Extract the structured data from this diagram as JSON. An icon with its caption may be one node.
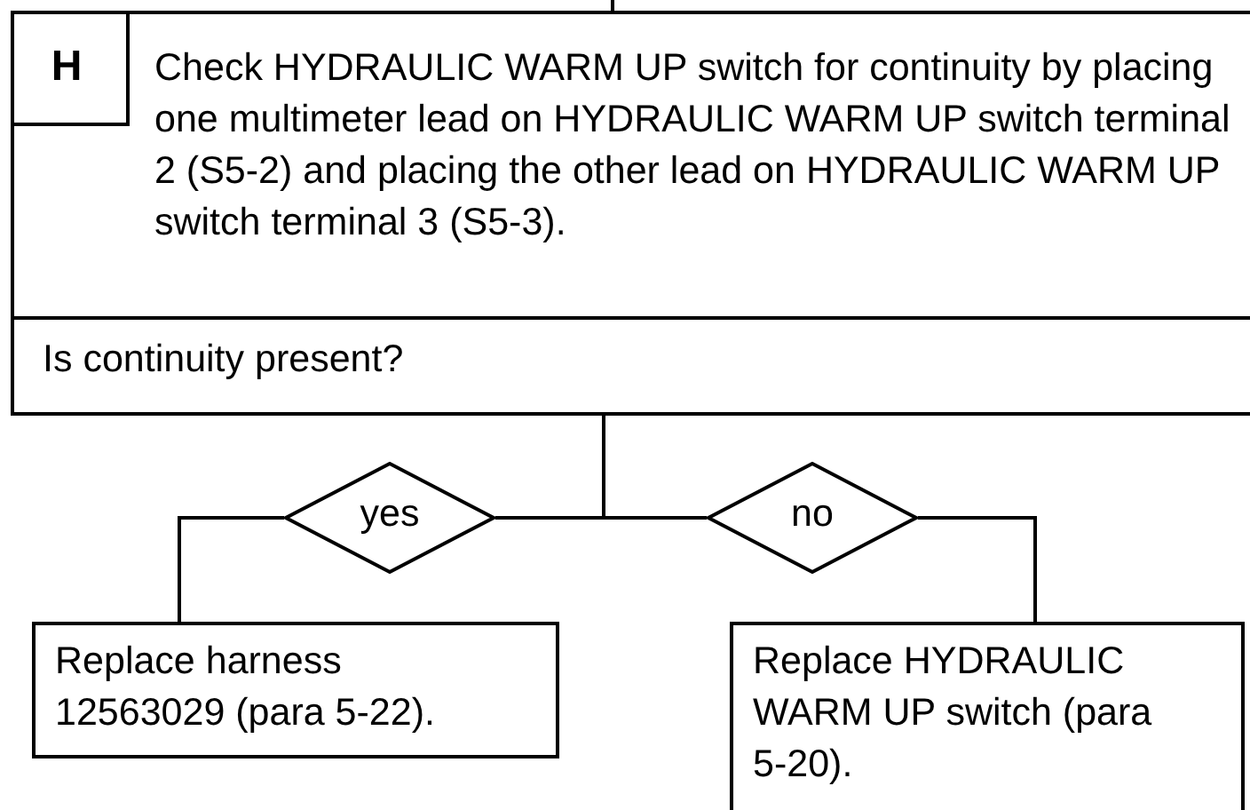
{
  "diagram": {
    "nodes": [
      {
        "text": [
          "Check HYDRAULIC WARM UP switch for continuity by placing one multimeter lead on HYDRAULIC WARM UP switch terminal 2 (S5‑2) and placing the other lead on HYDRAULIC WARM UP switch terminal 3 (S5‑3)."
        ]
      },
      {
        "text": [
          "H"
        ],
        "in": 0
      },
      {
        "text": [
          "Is continuity present?"
        ]
      },
      {
        "text": [
          "yes"
        ]
      },
      {
        "text": [
          "no"
        ]
      },
      {
        "text": [
          "Replace harness 12563029 (para 5‑22)."
        ]
      },
      {
        "text": [
          "Replace HYDRAULIC WARM UP switch (para 5‑20)."
        ]
      }
    ],
    "edges": [
      {
        "from": null,
        "to": 0,
        "arrow": "none"
      },
      {
        "from": 2,
        "to": 3,
        "arrow": "none"
      },
      {
        "from": 2,
        "to": 4,
        "arrow": "none"
      },
      {
        "from": 3,
        "to": 5,
        "arrow": "none"
      },
      {
        "from": 4,
        "to": 6,
        "arrow": "none"
      }
    ]
  }
}
